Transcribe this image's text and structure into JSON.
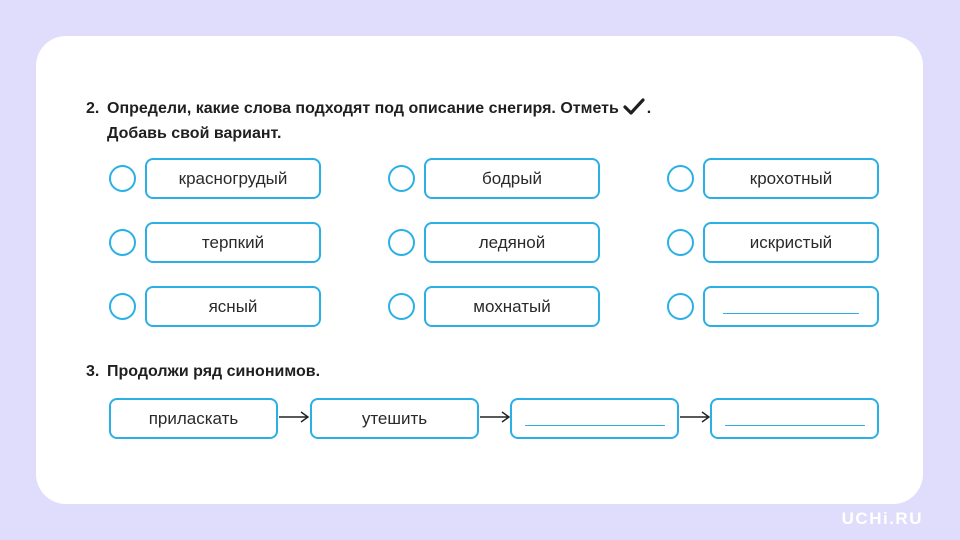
{
  "task2": {
    "number": "2.",
    "line1": "Определи, какие слова подходят под описание снегиря. Отметь",
    "line1_end": ".",
    "line2": "Добавь свой вариант.",
    "check_icon": "checkmark-icon"
  },
  "options": [
    {
      "label": "красногрудый"
    },
    {
      "label": "бодрый"
    },
    {
      "label": "крохотный"
    },
    {
      "label": "терпкий"
    },
    {
      "label": "ледяной"
    },
    {
      "label": "искристый"
    },
    {
      "label": "ясный"
    },
    {
      "label": "мохнатый"
    },
    {
      "label": ""
    }
  ],
  "task3": {
    "number": "3.",
    "title": "Продолжи ряд синонимов.",
    "chain": [
      {
        "label": "приласкать"
      },
      {
        "label": "утешить"
      },
      {
        "label": ""
      },
      {
        "label": ""
      }
    ]
  },
  "branding": {
    "logo": "UCHi.RU"
  },
  "colors": {
    "accent": "#2bb0e6",
    "background": "#e0dcfb",
    "card": "#ffffff",
    "text": "#222222"
  }
}
